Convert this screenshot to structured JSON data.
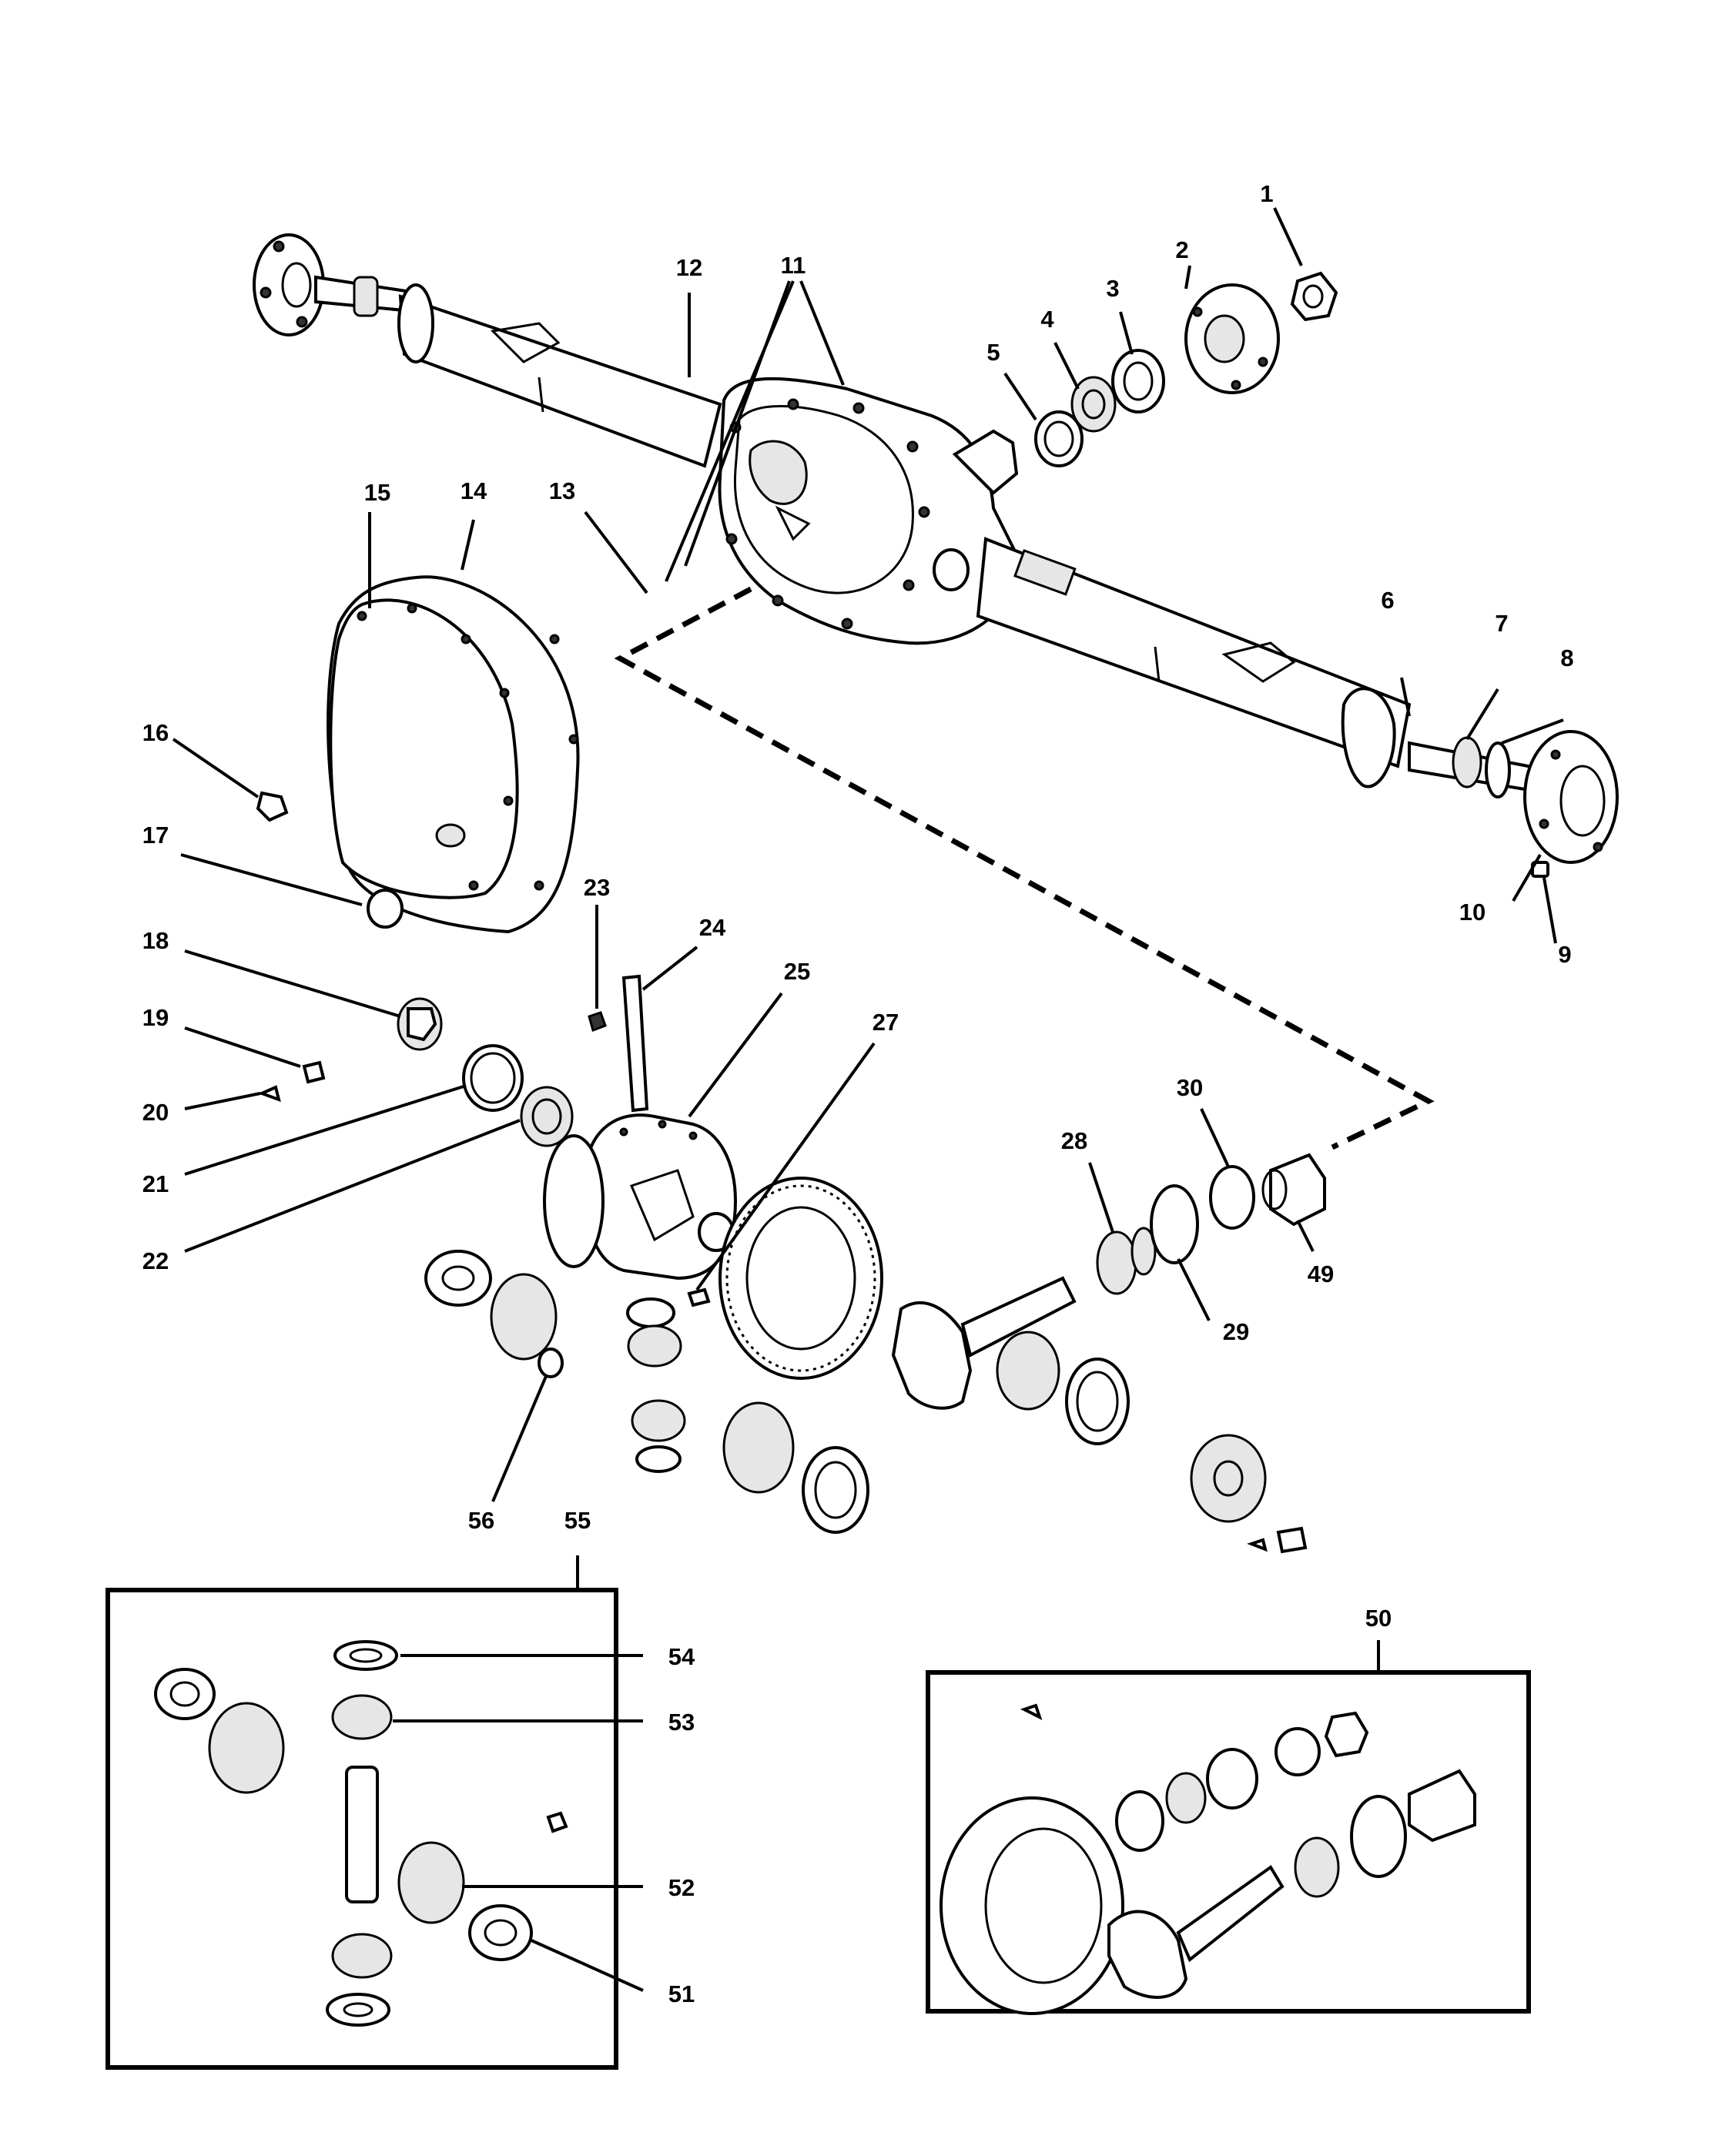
{
  "callouts": [
    {
      "n": "1"
    },
    {
      "n": "2"
    },
    {
      "n": "3"
    },
    {
      "n": "4"
    },
    {
      "n": "5"
    },
    {
      "n": "6"
    },
    {
      "n": "7"
    },
    {
      "n": "8"
    },
    {
      "n": "9"
    },
    {
      "n": "10"
    },
    {
      "n": "11"
    },
    {
      "n": "12"
    },
    {
      "n": "13"
    },
    {
      "n": "14"
    },
    {
      "n": "15"
    },
    {
      "n": "16"
    },
    {
      "n": "17"
    },
    {
      "n": "18"
    },
    {
      "n": "19"
    },
    {
      "n": "20"
    },
    {
      "n": "21"
    },
    {
      "n": "22"
    },
    {
      "n": "23"
    },
    {
      "n": "24"
    },
    {
      "n": "25"
    },
    {
      "n": "27"
    },
    {
      "n": "28"
    },
    {
      "n": "29"
    },
    {
      "n": "30"
    },
    {
      "n": "49"
    },
    {
      "n": "50"
    },
    {
      "n": "51"
    },
    {
      "n": "52"
    },
    {
      "n": "53"
    },
    {
      "n": "54"
    },
    {
      "n": "55"
    },
    {
      "n": "56"
    }
  ],
  "colors": {
    "ink": "#000000",
    "paper": "#ffffff"
  }
}
